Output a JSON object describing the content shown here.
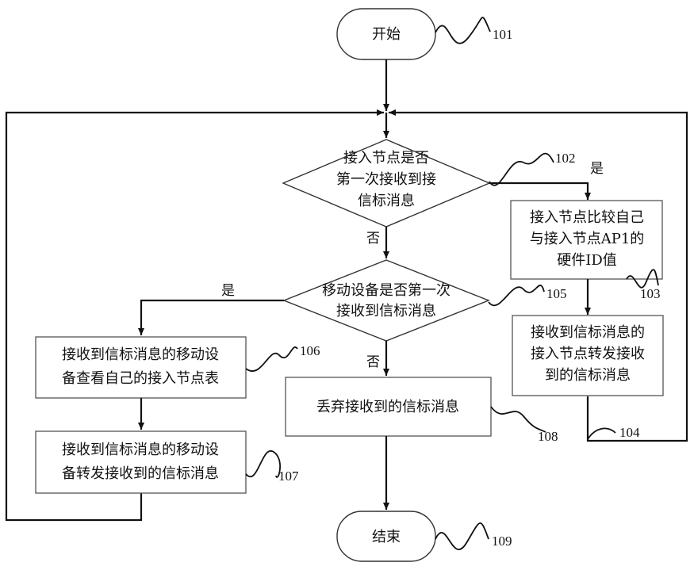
{
  "nodes": {
    "start": "开始",
    "end": "结束",
    "d1_line1": "接入节点是否",
    "d1_line2": "第一次接收到接",
    "d1_line3": "信标消息",
    "d2_line1": "移动设备是否第一次",
    "d2_line2": "接收到信标消息",
    "p103_line1": "接入节点比较自己",
    "p103_line2": "与接入节点AP1的",
    "p103_line3": "硬件ID值",
    "p104_line1": "接收到信标消息的",
    "p104_line2": "接入节点转发接收",
    "p104_line3": "到的信标消息",
    "p106_line1": "接收到信标消息的移动设",
    "p106_line2": "备查看自己的接入节点表",
    "p107_line1": "接收到信标消息的移动设",
    "p107_line2": "备转发接收到的信标消息",
    "p108": "丢弃接收到的信标消息"
  },
  "labels": {
    "yes1": "是",
    "no1": "否",
    "yes2": "是",
    "no2": "否"
  },
  "refs": {
    "r101": "101",
    "r102": "102",
    "r103": "103",
    "r104": "104",
    "r105": "105",
    "r106": "106",
    "r107": "107",
    "r108": "108",
    "r109": "109"
  },
  "colors": {
    "line": "#111111",
    "box_border": "#555555"
  }
}
